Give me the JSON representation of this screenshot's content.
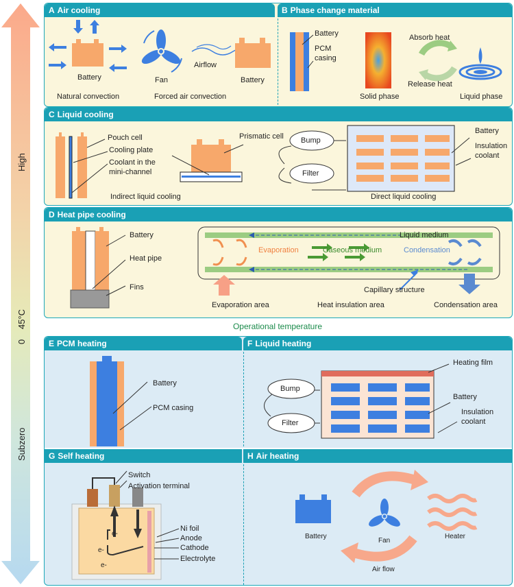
{
  "side_axis": {
    "high": "High",
    "zero": "0",
    "temp45": "45°C",
    "subzero": "Subzero"
  },
  "operational_label": "Operational temperature",
  "panels": {
    "A": {
      "letter": "A",
      "title": "Air cooling",
      "battery1": "Battery",
      "natural": "Natural convection",
      "fan": "Fan",
      "airflow": "Airflow",
      "battery2": "Battery",
      "forced": "Forced air convection"
    },
    "B": {
      "letter": "B",
      "title": "Phase change material",
      "battery": "Battery",
      "pcm": "PCM",
      "casing": "casing",
      "solid": "Solid phase",
      "absorb": "Absorb heat",
      "release": "Release heat",
      "liquid": "Liquid phase"
    },
    "C": {
      "letter": "C",
      "title": "Liquid cooling",
      "pouch": "Pouch cell",
      "plate": "Cooling plate",
      "coolant1": "Coolant in the",
      "coolant2": "mini-channel",
      "prismatic": "Prismatic cell",
      "indirect": "Indirect liquid cooling",
      "bump": "Bump",
      "filter": "Filter",
      "battery": "Battery",
      "insulation": "Insulation",
      "coolant": "coolant",
      "direct": "Direct liquid cooling"
    },
    "D": {
      "letter": "D",
      "title": "Heat pipe cooling",
      "battery": "Battery",
      "heatpipe": "Heat pipe",
      "fins": "Fins",
      "liquid_medium": "Liquid medium",
      "evaporation": "Evaporation",
      "gaseous": "Gaseous medium",
      "condensation": "Condensation",
      "capillary": "Capillary structure",
      "evap_area": "Evaporation area",
      "insul_area": "Heat insulation area",
      "cond_area": "Condensation area"
    },
    "E": {
      "letter": "E",
      "title": "PCM heating",
      "battery": "Battery",
      "casing": "PCM casing"
    },
    "F": {
      "letter": "F",
      "title": "Liquid heating",
      "film": "Heating film",
      "bump": "Bump",
      "filter": "Filter",
      "battery": "Battery",
      "insulation": "Insulation",
      "coolant": "coolant"
    },
    "G": {
      "letter": "G",
      "title": "Self heating",
      "switch": "Switch",
      "activation": "Activation terminal",
      "nifoil": "Ni foil",
      "anode": "Anode",
      "cathode": "Cathode",
      "electrolyte": "Electrolyte",
      "electron": "e-"
    },
    "H": {
      "letter": "H",
      "title": "Air heating",
      "battery": "Battery",
      "fan": "Fan",
      "heater": "Heater",
      "airflow": "Air flow"
    }
  },
  "colors": {
    "header": "#1aa0b5",
    "warm_bg": "#fbf6dc",
    "cool_bg": "#dcebf5",
    "battery": "#f7a86b",
    "blue": "#3d7fe0"
  }
}
